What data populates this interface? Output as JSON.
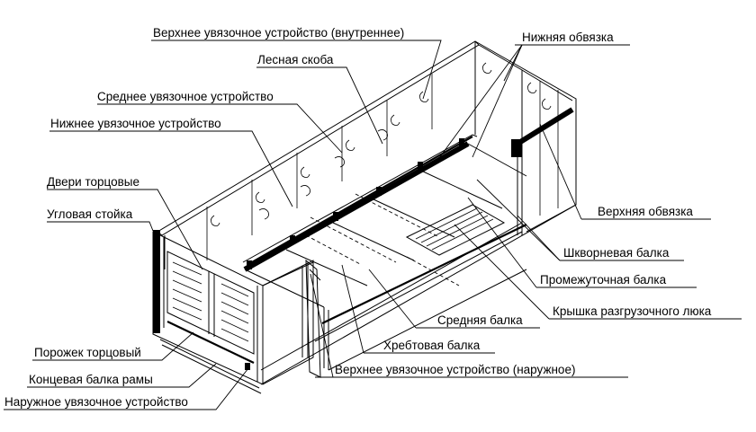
{
  "labels": {
    "top_tie_inner": "Верхнее увязочное устройство (внутреннее)",
    "bottom_binding_top": "Нижняя обвязка",
    "timber_bracket": "Лесная скоба",
    "middle_tie": "Среднее увязочное устройство",
    "lower_tie": "Нижнее увязочное устройство",
    "end_doors": "Двери торцовые",
    "corner_post": "Угловая стойка",
    "top_binding": "Верхняя обвязка",
    "bolster_beam": "Шкворневая балка",
    "intermediate_beam": "Промежуточная балка",
    "hatch_cover": "Крышка разгрузочного люка",
    "middle_beam": "Средняя балка",
    "center_sill": "Хребтовая балка",
    "end_threshold": "Порожек торцовый",
    "frame_end_beam": "Концевая балка рамы",
    "outer_tie_device": "Наружное увязочное устройство",
    "top_tie_outer": "Верхнее увязочное устройство (наружное)"
  }
}
